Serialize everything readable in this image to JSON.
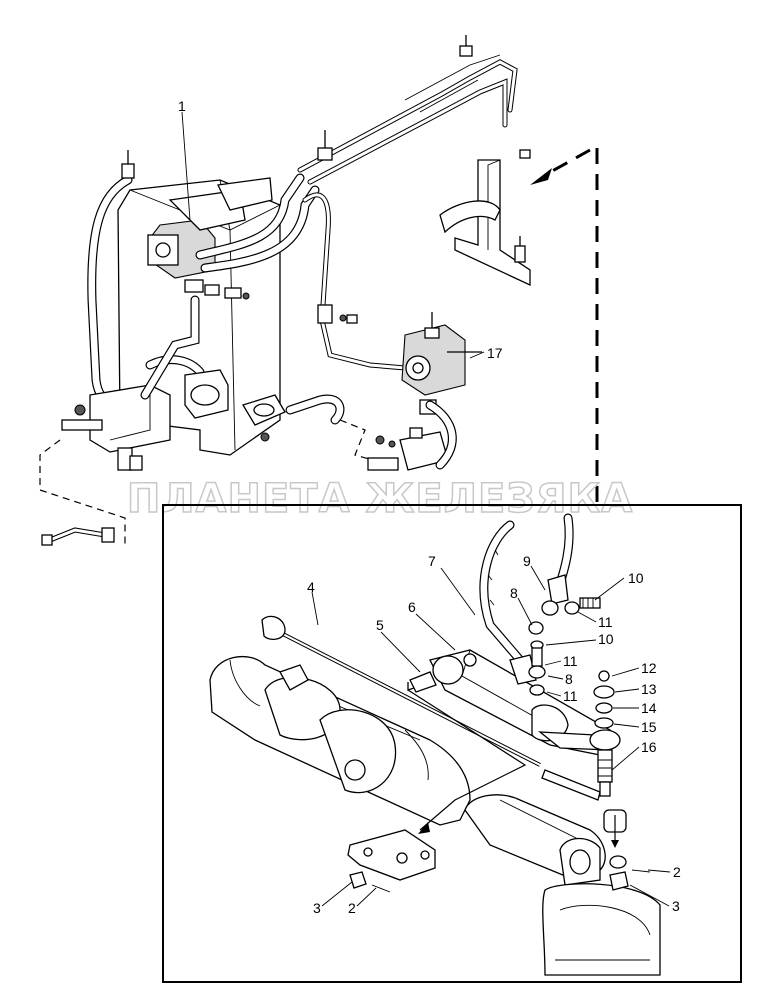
{
  "watermark": "ПЛАНЕТА ЖЕЛЕЗЯКА",
  "callouts": {
    "c1": "1",
    "c17": "17",
    "c4": "4",
    "c5": "5",
    "c6": "6",
    "c7": "7",
    "c9": "9",
    "c10a": "10",
    "c8a": "8",
    "c11a": "11",
    "c10b": "10",
    "c11b": "11",
    "c8b": "8",
    "c11c": "11",
    "c12": "12",
    "c13": "13",
    "c14": "14",
    "c15": "15",
    "c16": "16",
    "c2a": "2",
    "c3a": "3",
    "c2b": "2",
    "c3b": "3"
  }
}
